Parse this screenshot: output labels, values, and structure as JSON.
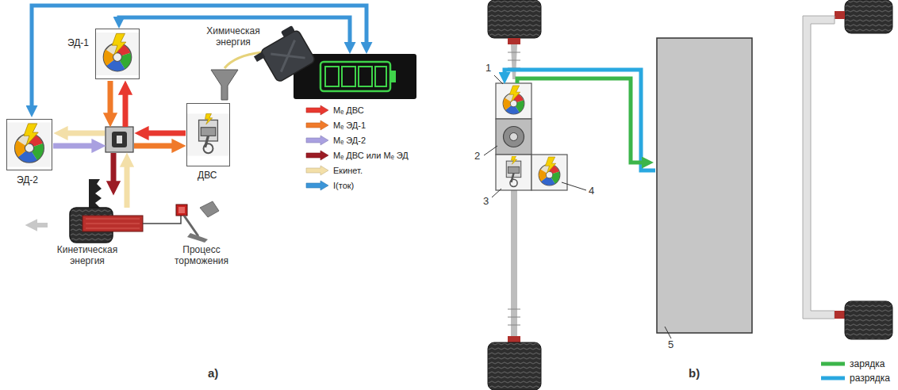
{
  "diagram": {
    "nodes": [
      {
        "text": [
          "ЭД-1"
        ]
      },
      {
        "text": [
          "ЭД-2"
        ]
      },
      {
        "text": [
          "ДВС"
        ]
      }
    ],
    "labels": [
      "Химическая энергия",
      "Кинетическая энергия",
      "Процесс торможения",
      "a)",
      "1",
      "2",
      "3",
      "4",
      "5",
      "b)"
    ],
    "legend": [
      {
        "text": "Mₑ ДВС",
        "color": "#e8382f"
      },
      {
        "text": "Mₑ ЭД-1",
        "color": "#f07a2a"
      },
      {
        "text": "Mₑ ЭД-2",
        "color": "#a9a0e0"
      },
      {
        "text": "Mₑ ДВС или Mₑ ЭД",
        "color": "#9b1b24"
      },
      {
        "text": "Eкинет.",
        "color": "#f3dfa8"
      },
      {
        "text": "I(ток)",
        "color": "#3b95d8"
      },
      {
        "text": "зарядка",
        "color": "#3cb54a"
      },
      {
        "text": "разрядка",
        "color": "#29a8e0"
      }
    ]
  }
}
